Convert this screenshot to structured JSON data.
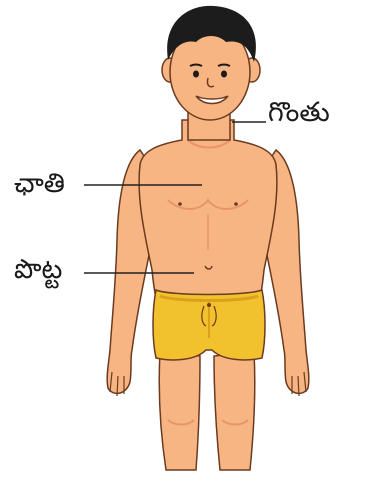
{
  "labels": {
    "throat": "గొంతు",
    "chest": "ఛాతి",
    "belly": "పొట్ట"
  },
  "colors": {
    "skin": "#f7b583",
    "skin_shade": "#e8956a",
    "outline": "#6b3a1f",
    "hair": "#1c1c1c",
    "shorts": "#f2c12e",
    "shorts_shade": "#d9a21a",
    "leader": "#222222"
  }
}
